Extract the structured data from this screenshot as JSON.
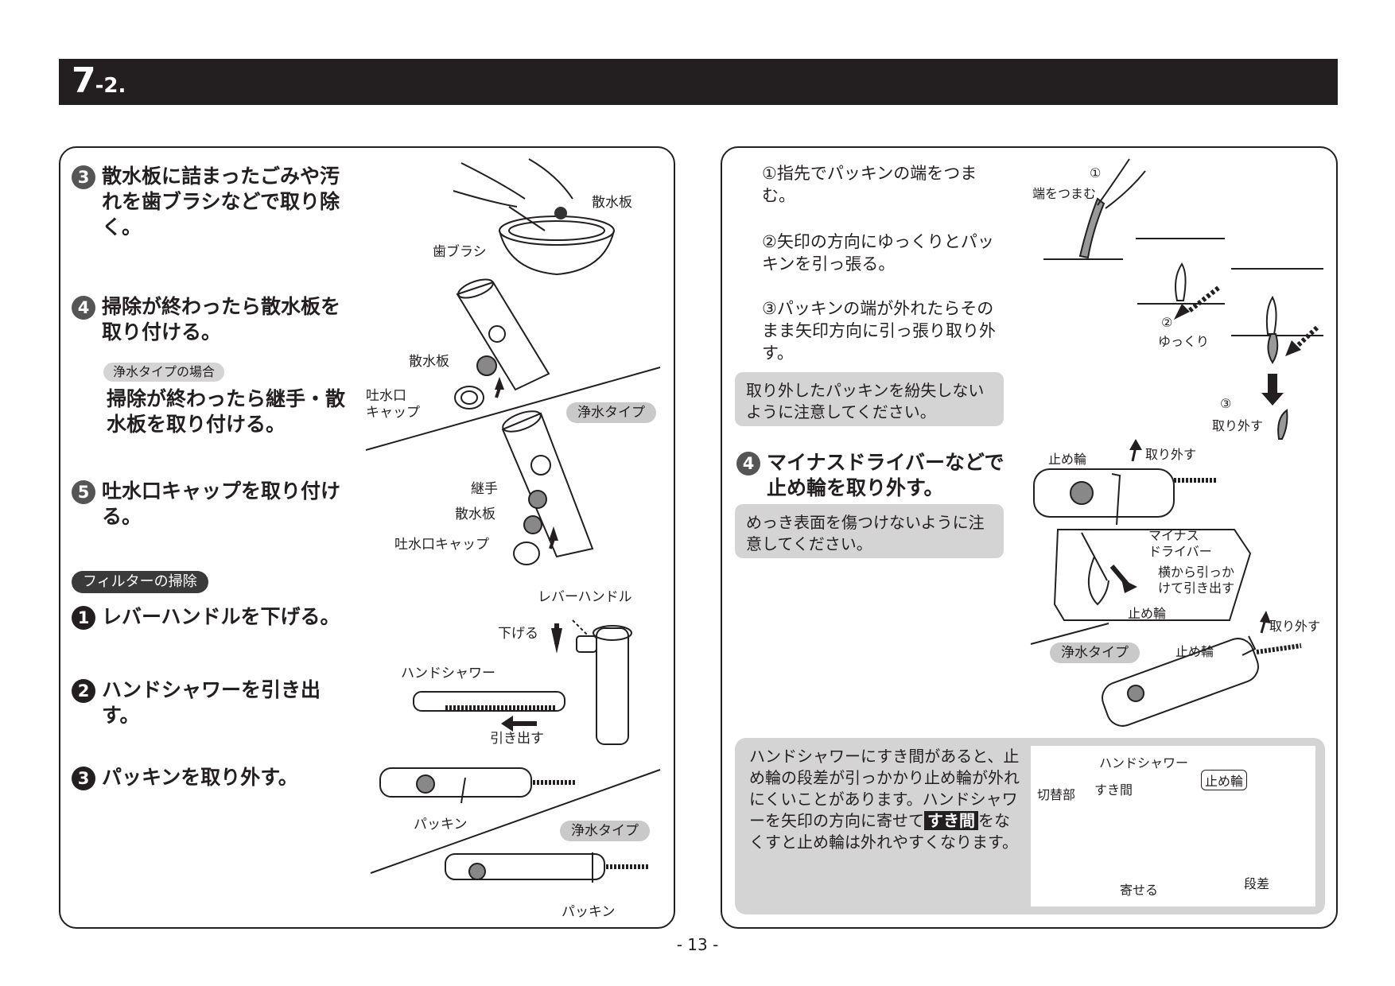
{
  "header": {
    "section_big": "7",
    "section_small": "-2."
  },
  "left": {
    "step3": {
      "num": "3",
      "text": "散水板に詰まったごみや汚れを歯ブラシなどで取り除く。"
    },
    "step4": {
      "num": "4",
      "text": "掃除が終わったら散水板を取り付ける。"
    },
    "water_type_case": "浄水タイプの場合",
    "water_type_text": "掃除が終わったら継手・散水板を取り付ける。",
    "step5": {
      "num": "5",
      "text": "吐水口キャップを取り付ける。"
    },
    "filter_pill": "フィルターの掃除",
    "f1": {
      "num": "1",
      "text": "レバーハンドルを下げる。"
    },
    "f2": {
      "num": "2",
      "text": "ハンドシャワーを引き出す。"
    },
    "f3": {
      "num": "3",
      "text": "パッキンを取り外す。"
    },
    "labels": {
      "sansuiban": "散水板",
      "haburashi": "歯ブラシ",
      "sansuiban2": "散水板",
      "tosuikou_cap": "吐水口\nキャップ",
      "jousui_type1": "浄水タイプ",
      "tsugite": "継手",
      "sansuiban3": "散水板",
      "tosuikou_cap2": "吐水口キャップ",
      "lever_handle": "レバーハンドル",
      "sageru": "下げる",
      "hand_shower": "ハンドシャワー",
      "hikidasu": "引き出す",
      "packing1": "パッキン",
      "jousui_type2": "浄水タイプ",
      "packing2": "パッキン"
    }
  },
  "right": {
    "sub1": "①指先でパッキンの端をつまむ。",
    "sub2": "②矢印の方向にゆっくりとパッキンを引っ張る。",
    "sub3": "③パッキンの端が外れたらそのまま矢印方向に引っ張り取り外す。",
    "note1": "取り外したパッキンを紛失しないように注意してください。",
    "step4": {
      "num": "4",
      "text": "マイナスドライバーなどで止め輪を取り外す。"
    },
    "note2": "めっき表面を傷つけないように注意してください。",
    "labels": {
      "c1": "①",
      "hashi_tsumamu": "端をつまむ",
      "c2": "②",
      "yukkuri": "ゆっくり",
      "c3": "③",
      "torihazusu1": "取り外す",
      "tomewa1": "止め輪",
      "torihazusu2": "取り外す",
      "minus_driver": "マイナス\nドライバー",
      "yoko_kara": "横から引っか\nけて引き出す",
      "tomewa2": "止め輪",
      "torihazusu3": "取り外す",
      "jousui_type": "浄水タイプ",
      "tomewa3": "止め輪"
    },
    "bottom": {
      "text_before": "ハンドシャワーにすき間があると、止め輪の段差が引っかかり止め輪が外れにくいことがあります。ハンドシャワーを矢印の方向に寄せて",
      "highlight": "すき間",
      "text_after": "をなくすと止め輪は外れやすくなります。",
      "labels": {
        "hand_shower": "ハンドシャワー",
        "kirikae": "切替部",
        "sukima": "すき間",
        "tomewa": "止め輪",
        "yoseru": "寄せる",
        "dansa": "段差"
      }
    }
  },
  "page_number": "- 13 -"
}
